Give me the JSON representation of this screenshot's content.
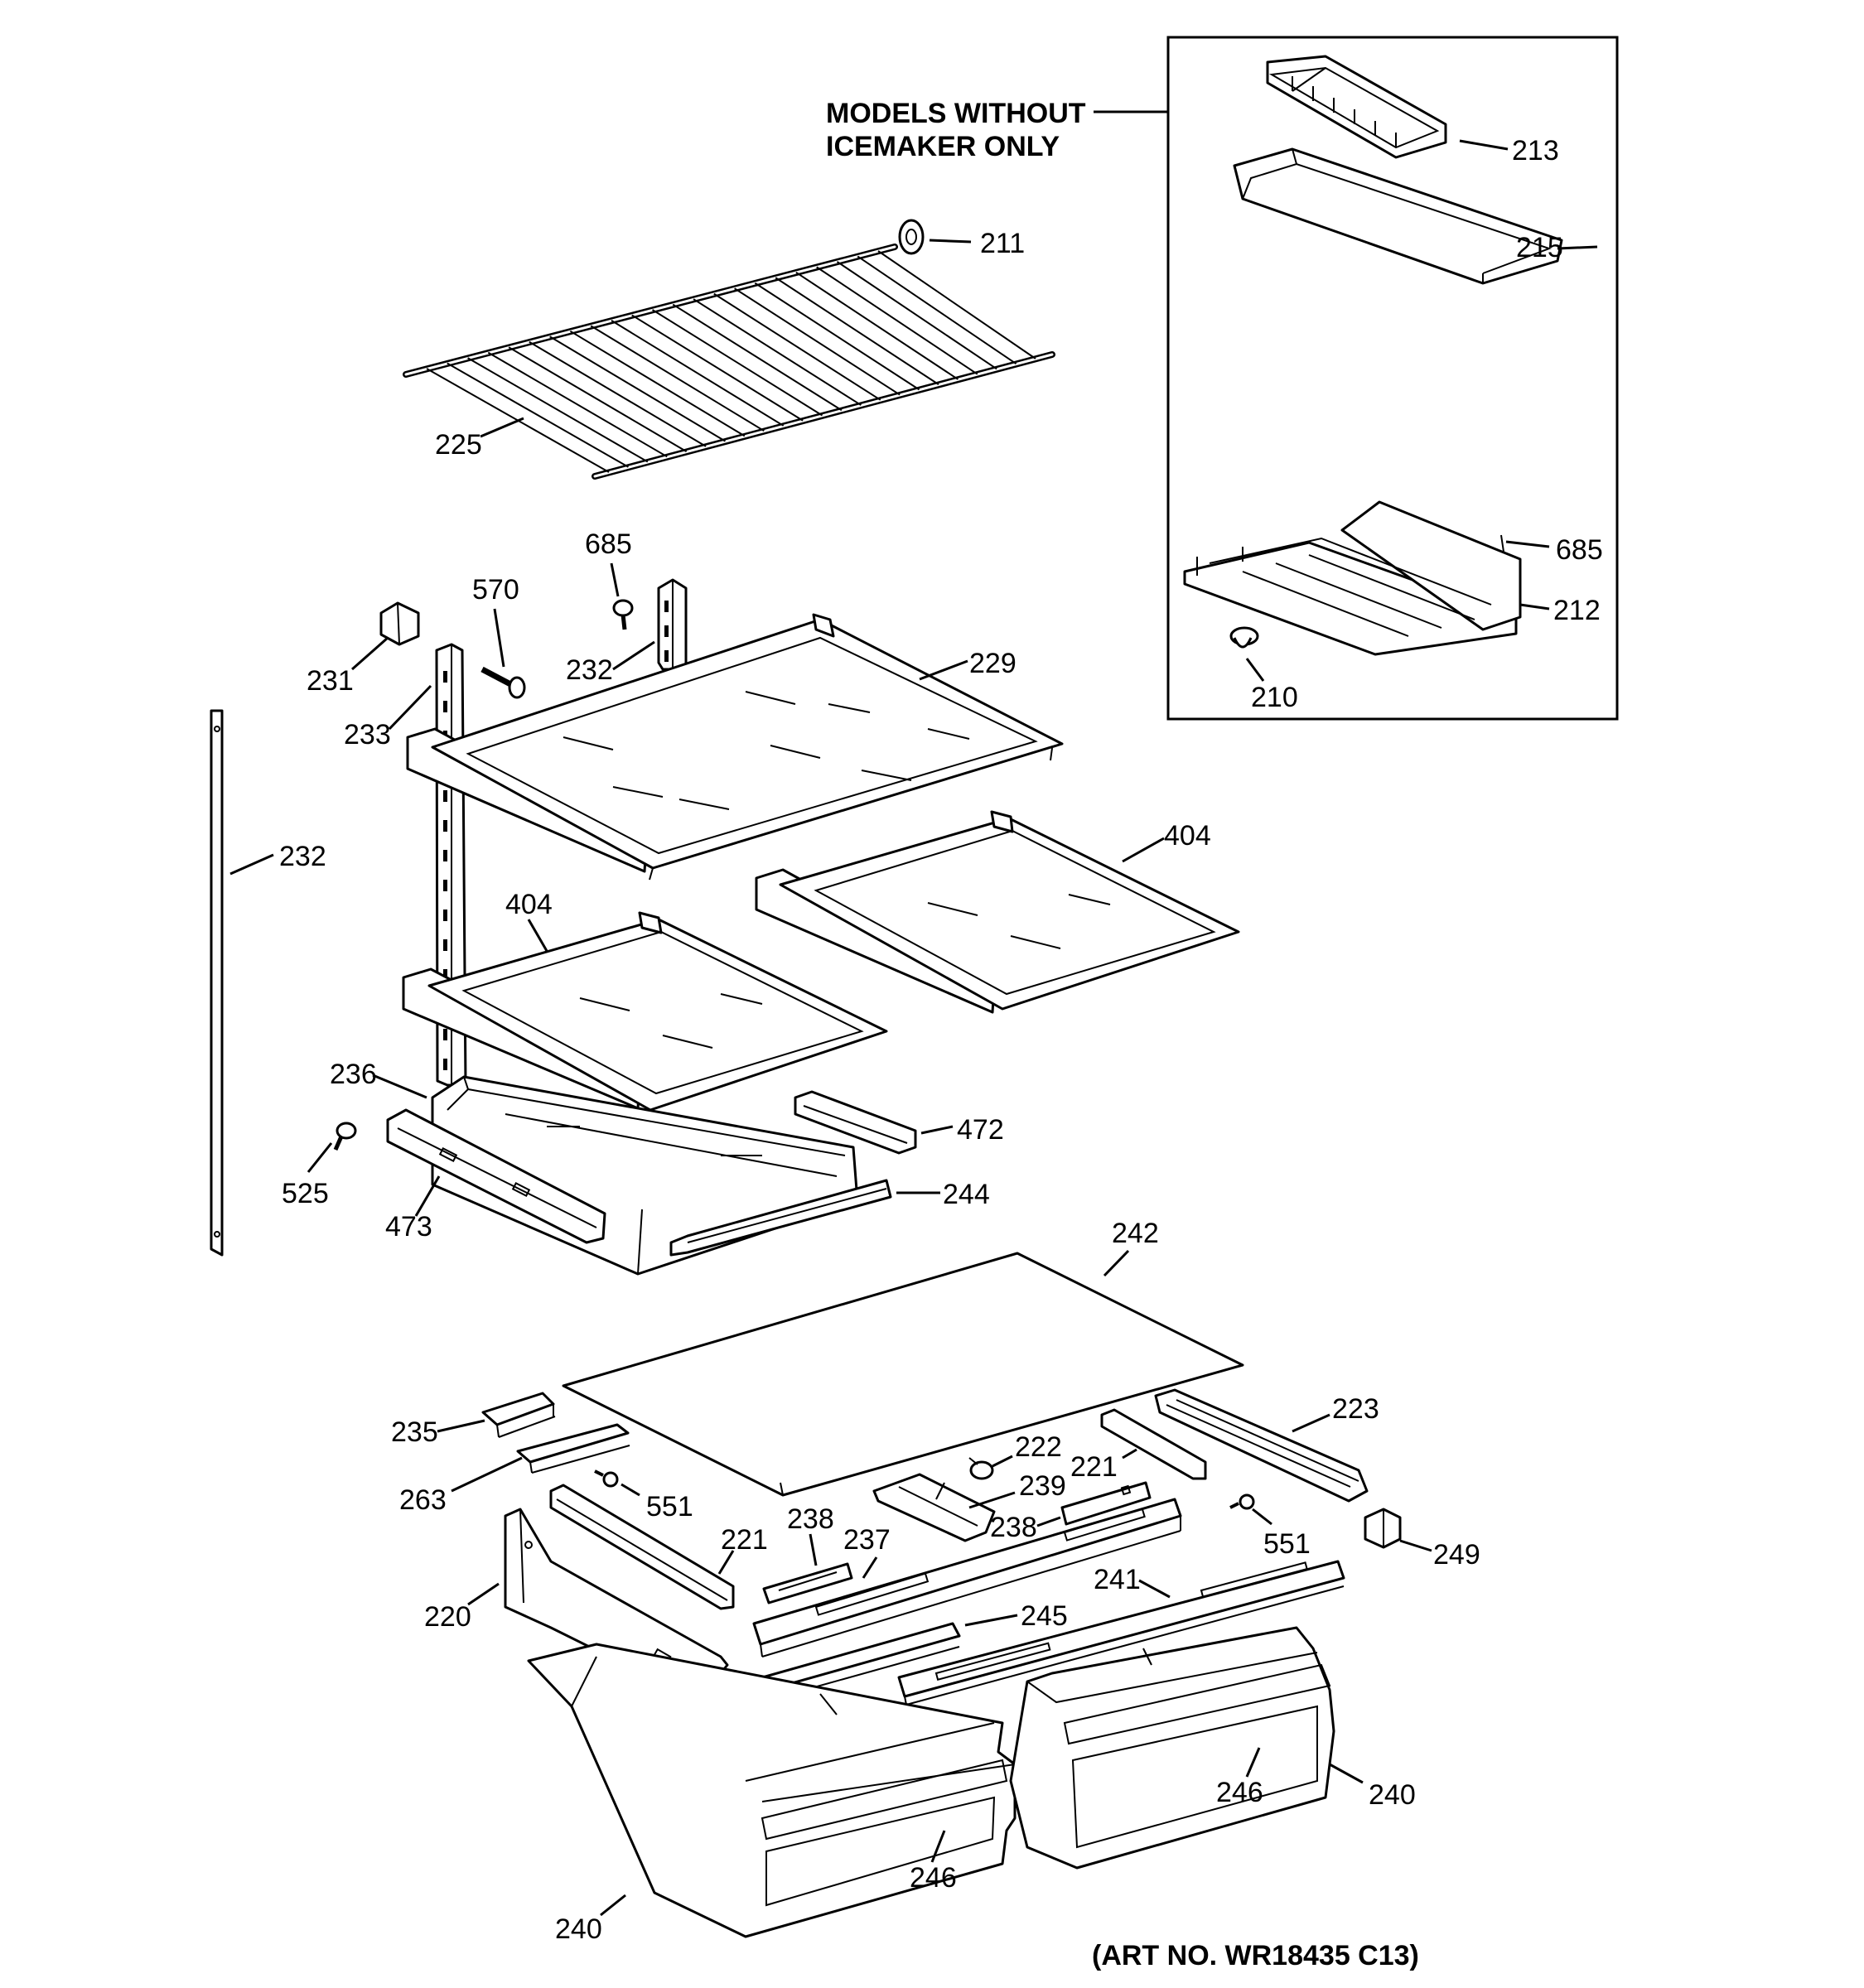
{
  "inset": {
    "title_line1": "MODELS WITHOUT",
    "title_line2": "ICEMAKER ONLY"
  },
  "art_number": "(ART NO. WR18435 C13)",
  "callouts": [
    {
      "id": "213",
      "text": "213"
    },
    {
      "id": "215",
      "text": "215"
    },
    {
      "id": "685a",
      "text": "685"
    },
    {
      "id": "212",
      "text": "212"
    },
    {
      "id": "210",
      "text": "210"
    },
    {
      "id": "211",
      "text": "211"
    },
    {
      "id": "225",
      "text": "225"
    },
    {
      "id": "685b",
      "text": "685"
    },
    {
      "id": "570",
      "text": "570"
    },
    {
      "id": "231",
      "text": "231"
    },
    {
      "id": "232a",
      "text": "232"
    },
    {
      "id": "229",
      "text": "229"
    },
    {
      "id": "233",
      "text": "233"
    },
    {
      "id": "232b",
      "text": "232"
    },
    {
      "id": "404a",
      "text": "404"
    },
    {
      "id": "404b",
      "text": "404"
    },
    {
      "id": "236",
      "text": "236"
    },
    {
      "id": "472",
      "text": "472"
    },
    {
      "id": "525",
      "text": "525"
    },
    {
      "id": "244",
      "text": "244"
    },
    {
      "id": "473",
      "text": "473"
    },
    {
      "id": "242",
      "text": "242"
    },
    {
      "id": "235",
      "text": "235"
    },
    {
      "id": "223",
      "text": "223"
    },
    {
      "id": "222",
      "text": "222"
    },
    {
      "id": "221a",
      "text": "221"
    },
    {
      "id": "263",
      "text": "263"
    },
    {
      "id": "239",
      "text": "239"
    },
    {
      "id": "551a",
      "text": "551"
    },
    {
      "id": "238a",
      "text": "238"
    },
    {
      "id": "238b",
      "text": "238"
    },
    {
      "id": "551b",
      "text": "551"
    },
    {
      "id": "249",
      "text": "249"
    },
    {
      "id": "221b",
      "text": "221"
    },
    {
      "id": "237",
      "text": "237"
    },
    {
      "id": "241",
      "text": "241"
    },
    {
      "id": "220",
      "text": "220"
    },
    {
      "id": "245",
      "text": "245"
    },
    {
      "id": "246a",
      "text": "246"
    },
    {
      "id": "240a",
      "text": "240"
    },
    {
      "id": "246b",
      "text": "246"
    },
    {
      "id": "240b",
      "text": "240"
    }
  ]
}
